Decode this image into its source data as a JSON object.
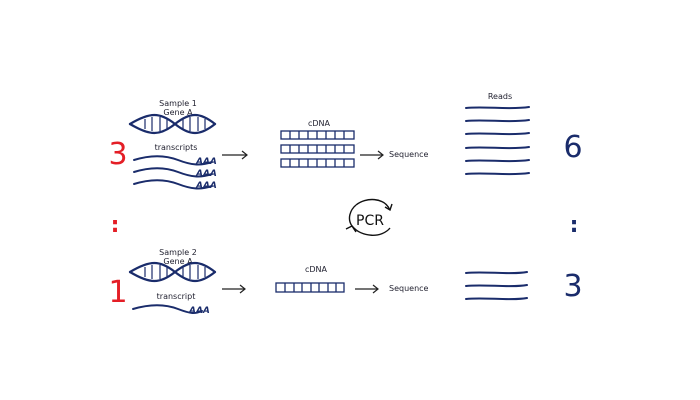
{
  "colors": {
    "navy": "#1a2c6b",
    "red": "#e41e26",
    "ink": "#1f1f2e"
  },
  "sample1": {
    "title": "Sample 1",
    "gene": "Gene A",
    "transcripts_label": "transcripts",
    "polyA": [
      "AAA",
      "AAA",
      "AAA"
    ],
    "count": "3",
    "cdna_label": "cDNA",
    "sequence_label": "Sequence",
    "reads_label": "Reads",
    "reads_count": "6"
  },
  "sample2": {
    "title": "Sample 2",
    "gene": "Gene A",
    "transcripts_label": "transcript",
    "polyA": [
      "AAA"
    ],
    "count": "1",
    "cdna_label": "cDNA",
    "sequence_label": "Sequence",
    "reads_count": "3"
  },
  "ratio_left": ":",
  "ratio_right": ":",
  "pcr_label": "PCR"
}
